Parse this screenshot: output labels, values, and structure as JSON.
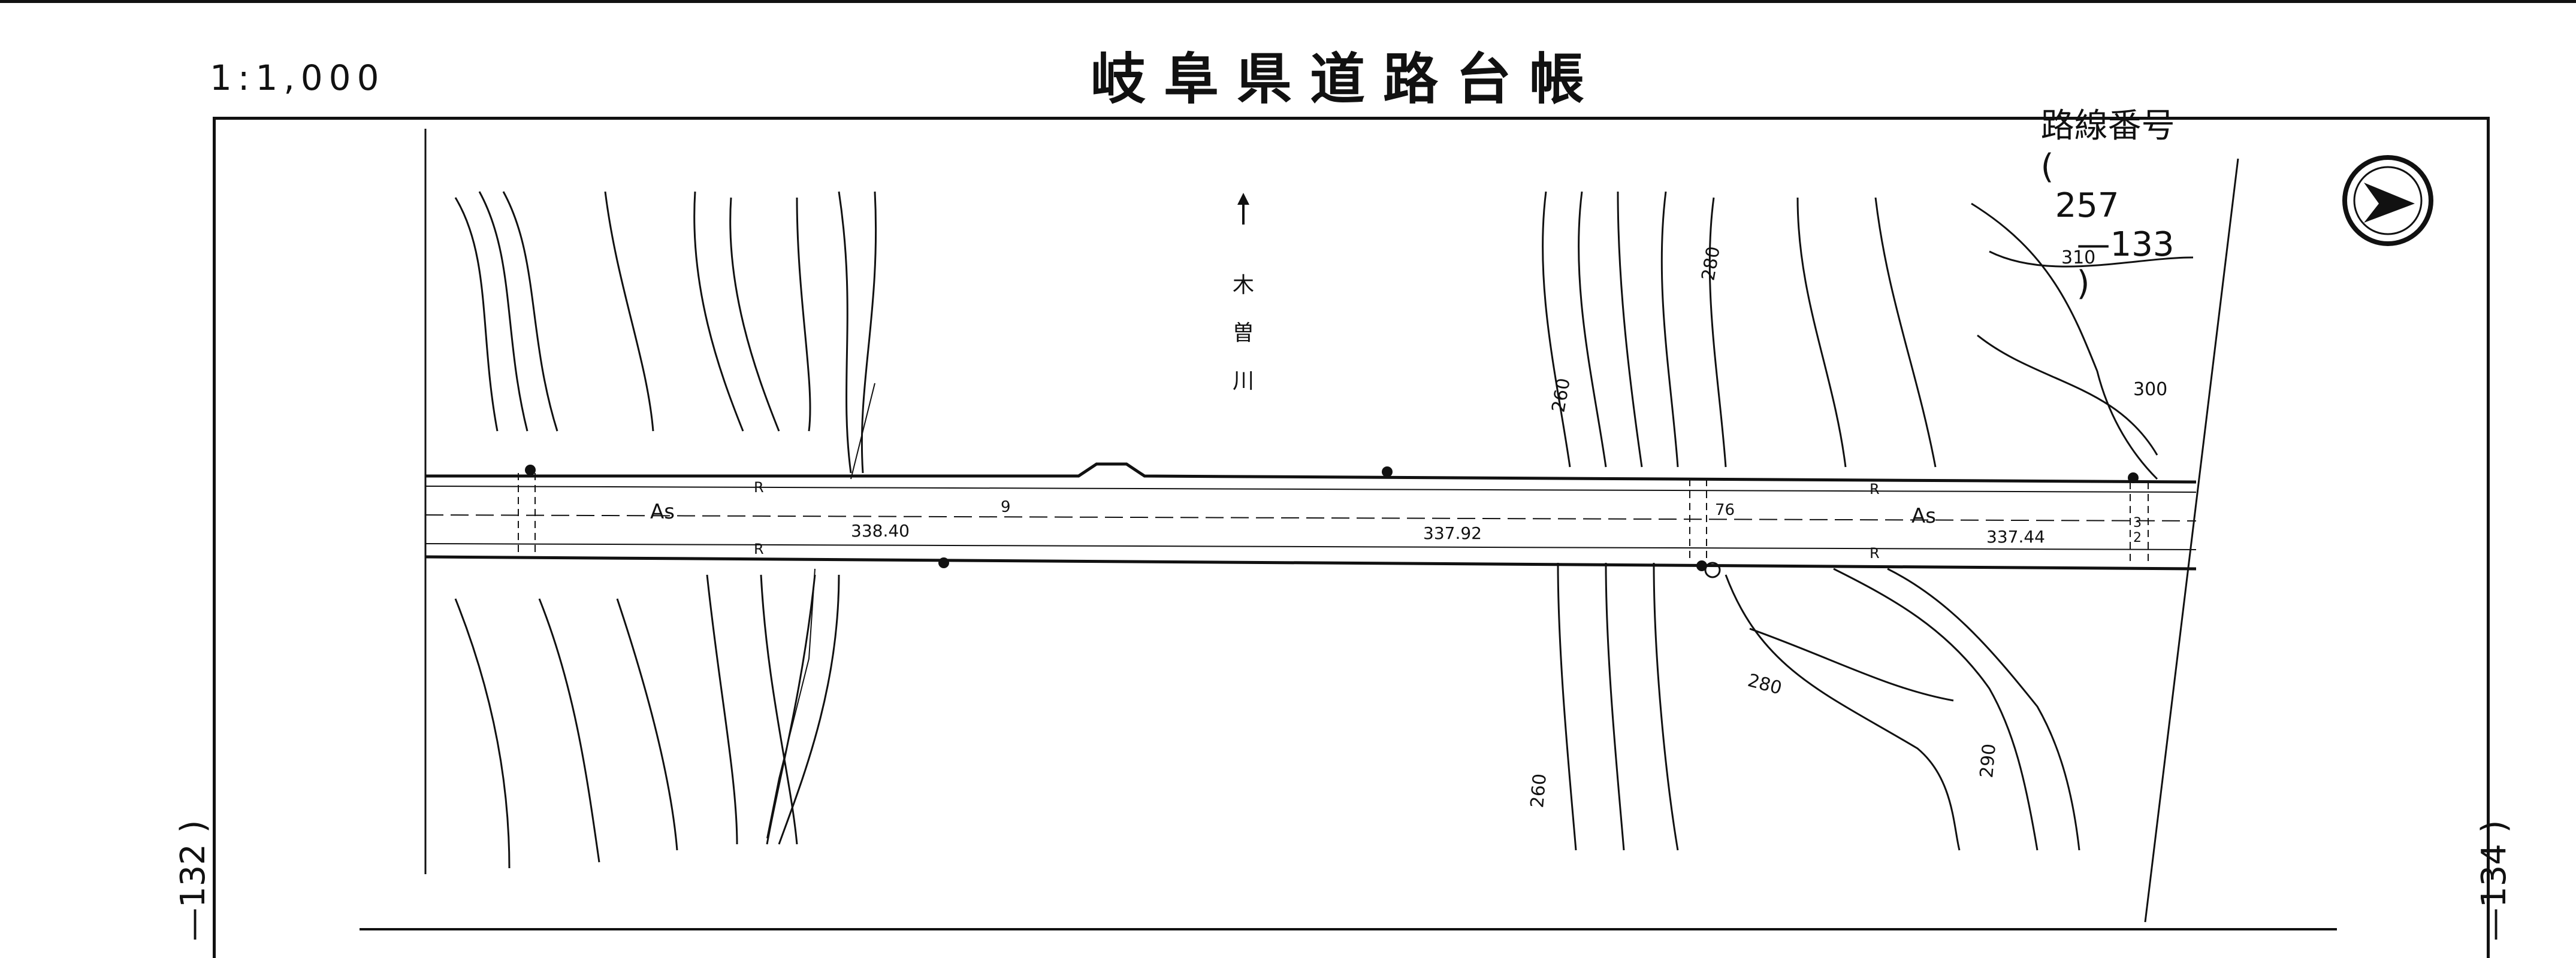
{
  "header": {
    "scale": "1:1,000",
    "title": "岐阜県道路台帳",
    "route_label": "路線番号",
    "route_open": "(",
    "route_number": "257",
    "route_sheet": "—133",
    "route_close": ")"
  },
  "side": {
    "left_sheet": "—132 )",
    "right_sheet": "—134 )"
  },
  "map": {
    "north_arrow_icon": "north-arrow-icon",
    "compass_icon": "compass-icon",
    "river_name": [
      "木",
      "曽",
      "川"
    ],
    "road_surface": "As",
    "road_surface_2": "As",
    "curb_mark": "R",
    "elevations": [
      "338.40",
      "337.92",
      "337.44"
    ],
    "station_9": "9",
    "station_76": "76",
    "station_3": "3",
    "station_2": "2",
    "contours": [
      "280",
      "260",
      "310",
      "300",
      "280",
      "290",
      "260"
    ]
  }
}
